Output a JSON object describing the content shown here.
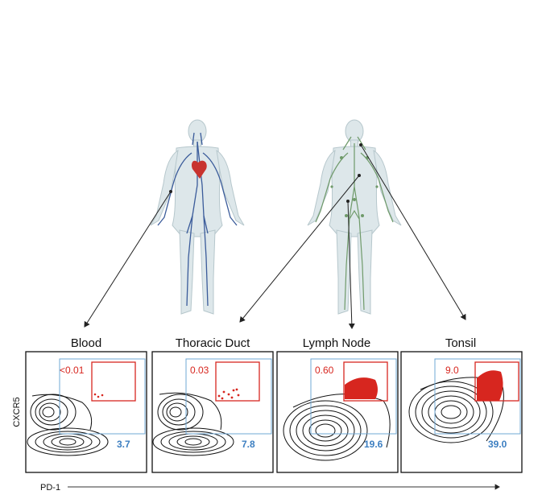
{
  "panels": [
    {
      "title": "Blood",
      "red_value": "<0.01",
      "blue_value": "3.7"
    },
    {
      "title": "Thoracic Duct",
      "red_value": "0.03",
      "blue_value": "7.8"
    },
    {
      "title": "Lymph Node",
      "red_value": "0.60",
      "blue_value": "19.6"
    },
    {
      "title": "Tonsil",
      "red_value": "9.0",
      "blue_value": "39.0"
    }
  ],
  "axes": {
    "y_label": "CXCR5",
    "x_label": "PD-1"
  },
  "colors": {
    "gate_red": "#d7261f",
    "gate_blue": "#6fa8d6",
    "blood_vessel": "#3a5b9a",
    "heart": "#c8332f",
    "lymph_vessel": "#6f9a6a",
    "body": "#dde7ea"
  }
}
